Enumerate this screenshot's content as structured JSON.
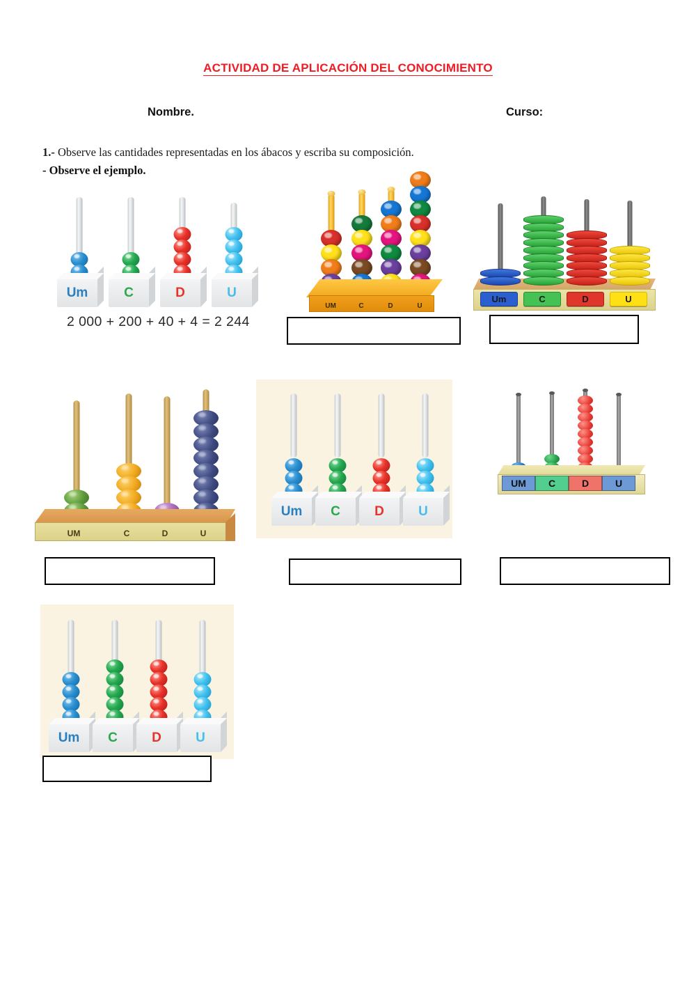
{
  "document": {
    "title": "ACTIVIDAD DE APLICACIÓN DEL CONOCIMIENTO",
    "title_color": "#EE1C25",
    "fields": {
      "name_label": "Nombre.",
      "course_label": "Curso:"
    },
    "instructions": {
      "number": "1.-",
      "line1": "Observe las cantidades representadas en los ábacos y escriba su composición.",
      "line2": "- Observe el ejemplo."
    },
    "place_value_labels": {
      "thousands_mixed": "Um",
      "thousands_caps": "UM",
      "hundreds": "C",
      "tens": "D",
      "units": "U"
    },
    "label_colors": {
      "um": "#2a7fc1",
      "c": "#2aa84e",
      "d": "#e8322a",
      "u": "#49bdea"
    },
    "example": {
      "formula": "2 000 + 200 + 40 + 4 = 2 244",
      "value": 2244
    },
    "abacuses": [
      {
        "id": "abacus-example",
        "style": "white-pedestal-spheres",
        "is_example": true,
        "labels": [
          "Um",
          "C",
          "D",
          "U"
        ],
        "bead_counts": [
          2,
          2,
          4,
          4
        ],
        "bead_colors": [
          "blue",
          "green",
          "red",
          "cyan"
        ],
        "number": 2244,
        "answer_shown": "2 000 + 200 + 40 + 4 = 2 244"
      },
      {
        "id": "abacus-2",
        "style": "orange-wood-tray-multicolour",
        "labels": [
          "UM",
          "C",
          "D",
          "U"
        ],
        "bead_counts": [
          4,
          5,
          6,
          8
        ],
        "bead_colors": [
          [
            "red",
            "yellow",
            "orange",
            "purple"
          ],
          [
            "green",
            "yellow",
            "pink",
            "brown",
            "blue"
          ],
          [
            "blue",
            "orange",
            "pink",
            "dgreen",
            "purple",
            "yellow"
          ],
          [
            "orange",
            "blue",
            "dgreen",
            "red",
            "yellow",
            "purple",
            "brown",
            "pink"
          ]
        ],
        "answer_value": "",
        "answer_placeholder": ""
      },
      {
        "id": "abacus-3",
        "style": "disc-stacks-tan-board",
        "labels": [
          "Um",
          "C",
          "D",
          "U"
        ],
        "disc_counts": [
          2,
          9,
          7,
          5
        ],
        "disc_colors": [
          "blue",
          "green",
          "red",
          "yellow"
        ],
        "answer_value": ""
      },
      {
        "id": "abacus-4",
        "style": "tall-wood-pegs-pastel",
        "labels": [
          "UM",
          "C",
          "D",
          "U"
        ],
        "bead_counts": [
          2,
          4,
          1,
          8
        ],
        "bead_colors": [
          "green",
          "orange",
          "purple",
          "navy"
        ],
        "answer_value": ""
      },
      {
        "id": "abacus-5",
        "style": "white-pedestal-spheres",
        "labels": [
          "Um",
          "C",
          "D",
          "U"
        ],
        "bead_counts": [
          3,
          3,
          3,
          3
        ],
        "bead_colors": [
          "blue",
          "green",
          "red",
          "cyan"
        ],
        "background": "#faf3e2",
        "answer_value": ""
      },
      {
        "id": "abacus-6",
        "style": "grey-rods-tile-labels",
        "labels": [
          "UM",
          "C",
          "D",
          "U"
        ],
        "bead_counts": [
          1,
          2,
          9,
          0
        ],
        "bead_colors": [
          "blue",
          "green",
          "red",
          "none"
        ],
        "tile_colors": [
          "#6d9ad6",
          "#52cf8e",
          "#f0736a",
          "#6d9ad6"
        ],
        "answer_value": ""
      },
      {
        "id": "abacus-7",
        "style": "white-pedestal-spheres",
        "labels": [
          "Um",
          "C",
          "D",
          "U"
        ],
        "bead_counts": [
          4,
          5,
          5,
          4
        ],
        "bead_colors": [
          "blue",
          "green",
          "red",
          "cyan"
        ],
        "background": "#faf3e2",
        "answer_value": ""
      }
    ],
    "answer_boxes": [
      {
        "id": "answer-box-1",
        "for": "abacus-2",
        "value": ""
      },
      {
        "id": "answer-box-2",
        "for": "abacus-3",
        "value": ""
      },
      {
        "id": "answer-box-3",
        "for": "abacus-4",
        "value": ""
      },
      {
        "id": "answer-box-4",
        "for": "abacus-5",
        "value": ""
      },
      {
        "id": "answer-box-5",
        "for": "abacus-6",
        "value": ""
      },
      {
        "id": "answer-box-6",
        "for": "abacus-7",
        "value": ""
      }
    ]
  }
}
